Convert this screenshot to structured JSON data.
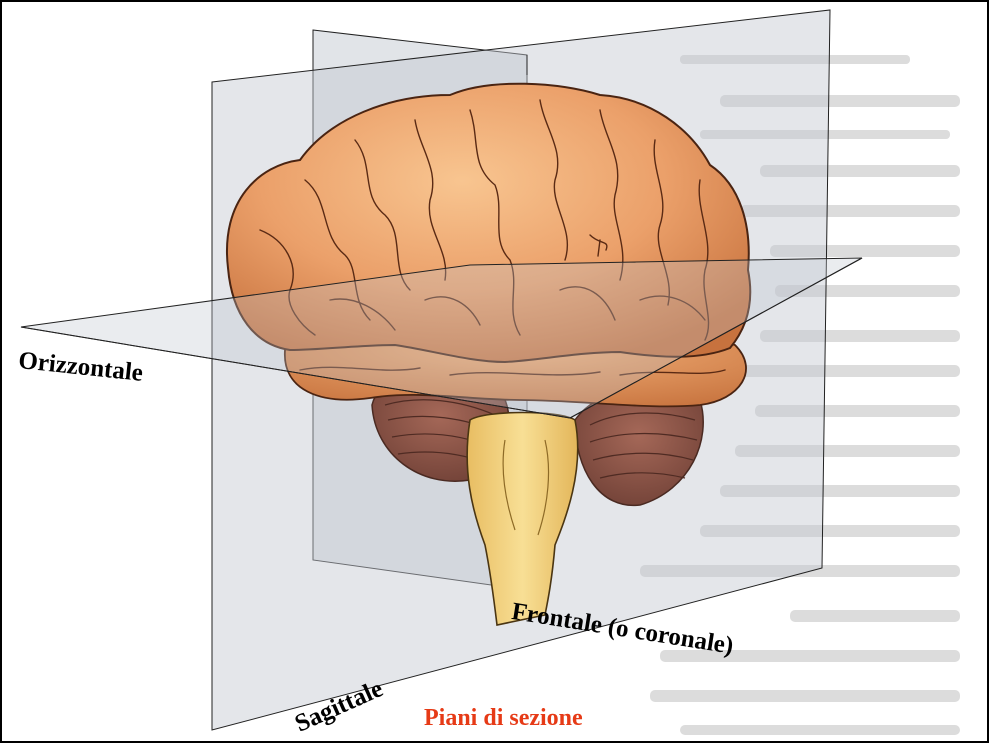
{
  "planes": {
    "horizontal": "Orizzontale",
    "frontal": "Frontale (o coronale)",
    "sagittal": "Sagittale"
  },
  "caption": "Piani di sezione",
  "colors": {
    "caption": "#e63a16",
    "plane_fill": "#c7cbd3",
    "brain_cortex": "#e3955c",
    "cerebellum": "#8c5548",
    "brainstem": "#f2d178",
    "background_text": "#d9d9d9"
  },
  "icons": [
    "brain-illustration"
  ]
}
